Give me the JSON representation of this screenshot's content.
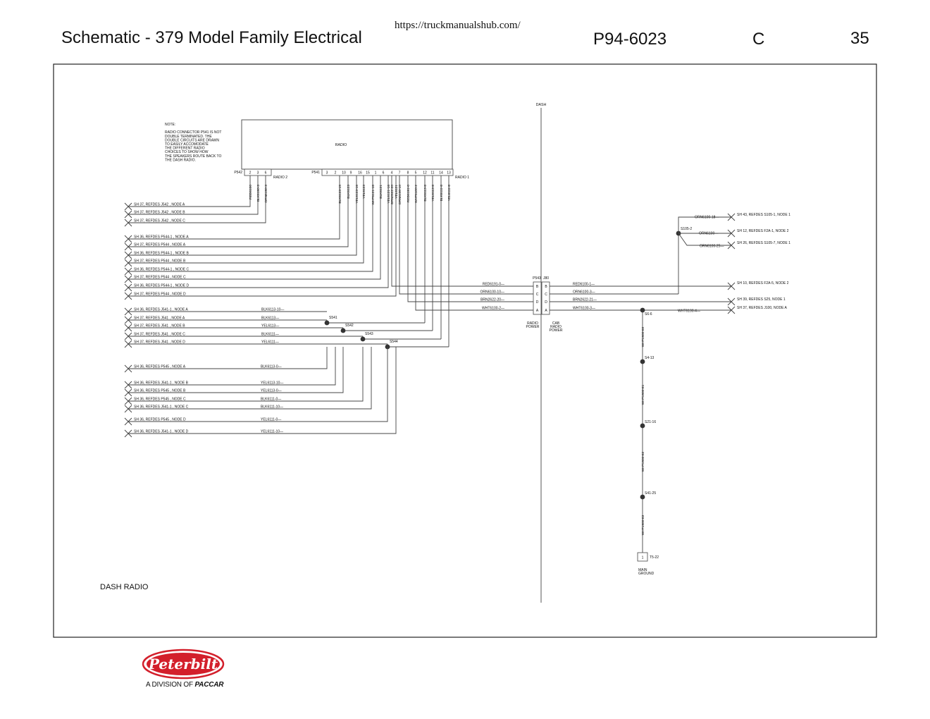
{
  "header": {
    "title": "Schematic - 379 Model Family Electrical",
    "url": "https://truckmanualshub.com/",
    "doc_number": "P94-6023",
    "revision": "C",
    "page": "35"
  },
  "footer": {
    "logo_text": "Peterbilt",
    "division_text": "A DIVISION OF",
    "division_brand": "PACCAR"
  },
  "diagram": {
    "section_label": "DASH  RADIO",
    "dash_label": "DASH",
    "note_lines": [
      "NOTE:",
      "",
      "RADIO CONNECTOR P541 IS NOT",
      "DOUBLE TERMINATED.  THE",
      "DOUBLE CIRCUITS ARE DRAWN",
      "TO EASILY ACCOMODATE",
      "THE DIFFERENT RADIO",
      "CHOICES  TO SHOW HOW",
      "THE SPEAKERS ROUTE BACK TO",
      "THE DASH RADIO."
    ],
    "radio_label": "RADIO",
    "p542": {
      "label": "P542",
      "pins": [
        "2",
        "3",
        "6"
      ],
      "name": "RADIO 2"
    },
    "p541": {
      "label": "P541",
      "pins": [
        "3",
        "2",
        "10",
        "9",
        "16",
        "15",
        "1",
        "6",
        "4",
        "7",
        "8",
        "5",
        "12",
        "11",
        "14",
        "13"
      ],
      "name": "RADIO 1"
    },
    "p542_wires": [
      "RED6100",
      "BLK6190-3",
      "ORN6190-3"
    ],
    "p541_wires": [
      "BLK6123-15",
      "BLK6123",
      "YEL6123-16",
      "YEL6123",
      "WHT6121-16",
      "BLK6121",
      "YEL6121-16",
      "YEL6121",
      "BRN2622-20",
      "ORN6100-10",
      "RED6191-0",
      "WHT6100-2",
      "BLK6113-8",
      "YEL6113-8",
      "BLK6111-8",
      "YEL6111-8"
    ],
    "left_refs": [
      "SH 37,  REFDES J542 ,  NODE A",
      "SH 37,  REFDES J542 ,  NODE B",
      "SH 37,  REFDES J542 ,  NODE C",
      "SH 36,  REFDES P544-1 ,  NODE A",
      "SH 37,  REFDES P544 ,  NODE A",
      "SH 36,  REFDES P544-1 ,  NODE B",
      "SH 37,  REFDES P544 ,  NODE B",
      "SH 36,  REFDES P544-1 ,  NODE C",
      "SH 37,  REFDES P544 ,  NODE C",
      "SH 36,  REFDES P544-1 ,  NODE D",
      "SH 37,  REFDES P544 ,  NODE D",
      "SH 36,  REFDES J541-1 ,  NODE A",
      "SH 37,  REFDES J541 ,  NODE A",
      "SH 37,  REFDES J541 ,  NODE B",
      "SH 37,  REFDES J541 ,  NODE C",
      "SH 37,  REFDES J541 ,  NODE D",
      "SH 36,  REFDES P545 ,  NODE A",
      "SH 36,  REFDES J541-1 ,  NODE B",
      "SH 36,  REFDES P545 ,  NODE B",
      "SH 36,  REFDES P545 ,  NODE C",
      "SH 36,  REFDES J541-1 ,  NODE C",
      "SH 36,  REFDES P545 ,  NODE D",
      "SH 36,  REFDES J541-1 ,  NODE D"
    ],
    "left_wires": [
      "BLK6113-10",
      "BLK6113",
      "YEL6113",
      "BLK6111",
      "YEL6111",
      "BLK6113-0",
      "YEL6113-10",
      "YEL6113-0",
      "BLK6111-0",
      "BLK6111-10",
      "YEL6111-0",
      "YEL6111-10"
    ],
    "splices": [
      "S541",
      "S542",
      "S543",
      "S544"
    ],
    "p543": {
      "label": "P543",
      "pins": [
        "B",
        "C",
        "D",
        "A"
      ],
      "caption": [
        "RADIO",
        "POWER"
      ]
    },
    "j80": {
      "label": "J80",
      "pins": [
        "B",
        "C",
        "D",
        "A"
      ],
      "caption": [
        "CAB",
        "RADIO",
        "POWER"
      ]
    },
    "p543_wires": [
      "RED6191-0",
      "ORN6100-10",
      "BRN2622-20",
      "WHT6100-2"
    ],
    "j80_wires": [
      "RED6100-1",
      "ORN6100-3",
      "BRN2622-21",
      "WHT6100-3"
    ],
    "s105": {
      "label": "S105-2",
      "wires": [
        "ORN6100-18",
        "ORN6100",
        "ORN6100-25"
      ]
    },
    "right_refs": [
      "SH 43,  REFDES S105-1,  NODE 1",
      "SH 12,  REFDES F2A-1,  NODE 2",
      "SH 26,  REFDES S105-7,  NODE 1",
      "SH 10,  REFDES F2A-5,  NODE 2",
      "SH 39,  REFDES S25,  NODE 1",
      "SH 37,  REFDES J100,  NODE A"
    ],
    "ground_wire_right": "WHT6100-4",
    "ground_splices": [
      "S6-6",
      "S4-13",
      "S21-16",
      "S41-25"
    ],
    "ground_wires": [
      "WHT1900-60",
      "WHT1900-81",
      "WHT1900-82",
      "WHT1900-83"
    ],
    "terminal": {
      "pin": "1",
      "label": "T5-22",
      "caption": [
        "MAIN",
        "GROUND"
      ]
    }
  },
  "colors": {
    "line": "#444444",
    "text": "#111111",
    "logo_red": "#d31f2b"
  }
}
